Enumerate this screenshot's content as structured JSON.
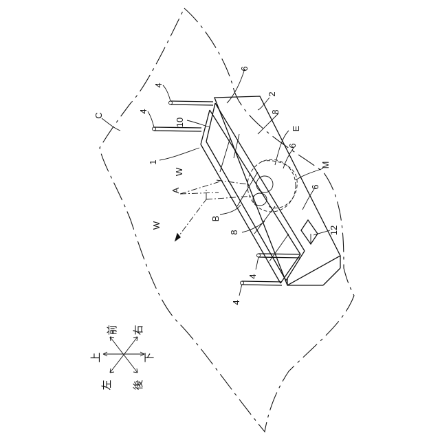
{
  "labels": {
    "c": "C",
    "e": "E",
    "m": "M",
    "w1": "W",
    "w2": "W",
    "a": "A",
    "b": "B",
    "n1": "1",
    "n2": "2",
    "n4a": "4",
    "n4b": "4",
    "n4c": "4",
    "n4d": "4",
    "n6a": "6",
    "n6b": "6",
    "n6c": "6",
    "n8a": "8",
    "n8b": "8",
    "n10": "10",
    "n12": "12"
  },
  "directions": {
    "front": "前",
    "right": "右",
    "up": "上",
    "down": "下",
    "left": "左",
    "back": "後"
  }
}
